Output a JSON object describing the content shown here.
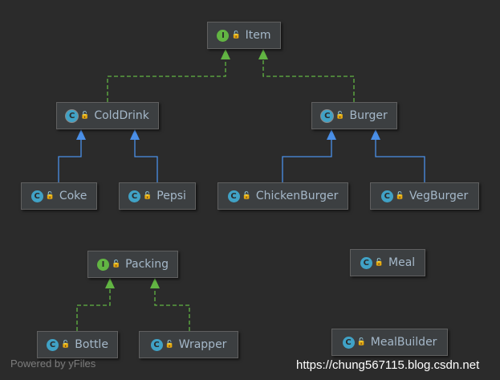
{
  "nodes": [
    {
      "id": "item",
      "label": "Item",
      "kind": "interface",
      "kind_letter": "I"
    },
    {
      "id": "colddrink",
      "label": "ColdDrink",
      "kind": "abstract",
      "kind_letter": "C"
    },
    {
      "id": "burger",
      "label": "Burger",
      "kind": "abstract",
      "kind_letter": "C"
    },
    {
      "id": "coke",
      "label": "Coke",
      "kind": "class",
      "kind_letter": "C"
    },
    {
      "id": "pepsi",
      "label": "Pepsi",
      "kind": "class",
      "kind_letter": "C"
    },
    {
      "id": "chickenburger",
      "label": "ChickenBurger",
      "kind": "class",
      "kind_letter": "C"
    },
    {
      "id": "vegburger",
      "label": "VegBurger",
      "kind": "class",
      "kind_letter": "C"
    },
    {
      "id": "packing",
      "label": "Packing",
      "kind": "interface",
      "kind_letter": "I"
    },
    {
      "id": "meal",
      "label": "Meal",
      "kind": "class",
      "kind_letter": "C"
    },
    {
      "id": "bottle",
      "label": "Bottle",
      "kind": "class",
      "kind_letter": "C"
    },
    {
      "id": "wrapper",
      "label": "Wrapper",
      "kind": "class",
      "kind_letter": "C"
    },
    {
      "id": "mealbuilder",
      "label": "MealBuilder",
      "kind": "class",
      "kind_letter": "C"
    }
  ],
  "edges": [
    {
      "from": "colddrink",
      "to": "item",
      "type": "implements"
    },
    {
      "from": "burger",
      "to": "item",
      "type": "implements"
    },
    {
      "from": "coke",
      "to": "colddrink",
      "type": "extends"
    },
    {
      "from": "pepsi",
      "to": "colddrink",
      "type": "extends"
    },
    {
      "from": "chickenburger",
      "to": "burger",
      "type": "extends"
    },
    {
      "from": "vegburger",
      "to": "burger",
      "type": "extends"
    },
    {
      "from": "bottle",
      "to": "packing",
      "type": "implements"
    },
    {
      "from": "wrapper",
      "to": "packing",
      "type": "implements"
    }
  ],
  "colors": {
    "background": "#2b2b2b",
    "implements_edge": "#62b543",
    "extends_edge": "#4a8fe7",
    "node_text": "#a5b8c9"
  },
  "watermark": {
    "left": "Powered by yFiles",
    "right": "https://chung567115.blog.csdn.net"
  }
}
